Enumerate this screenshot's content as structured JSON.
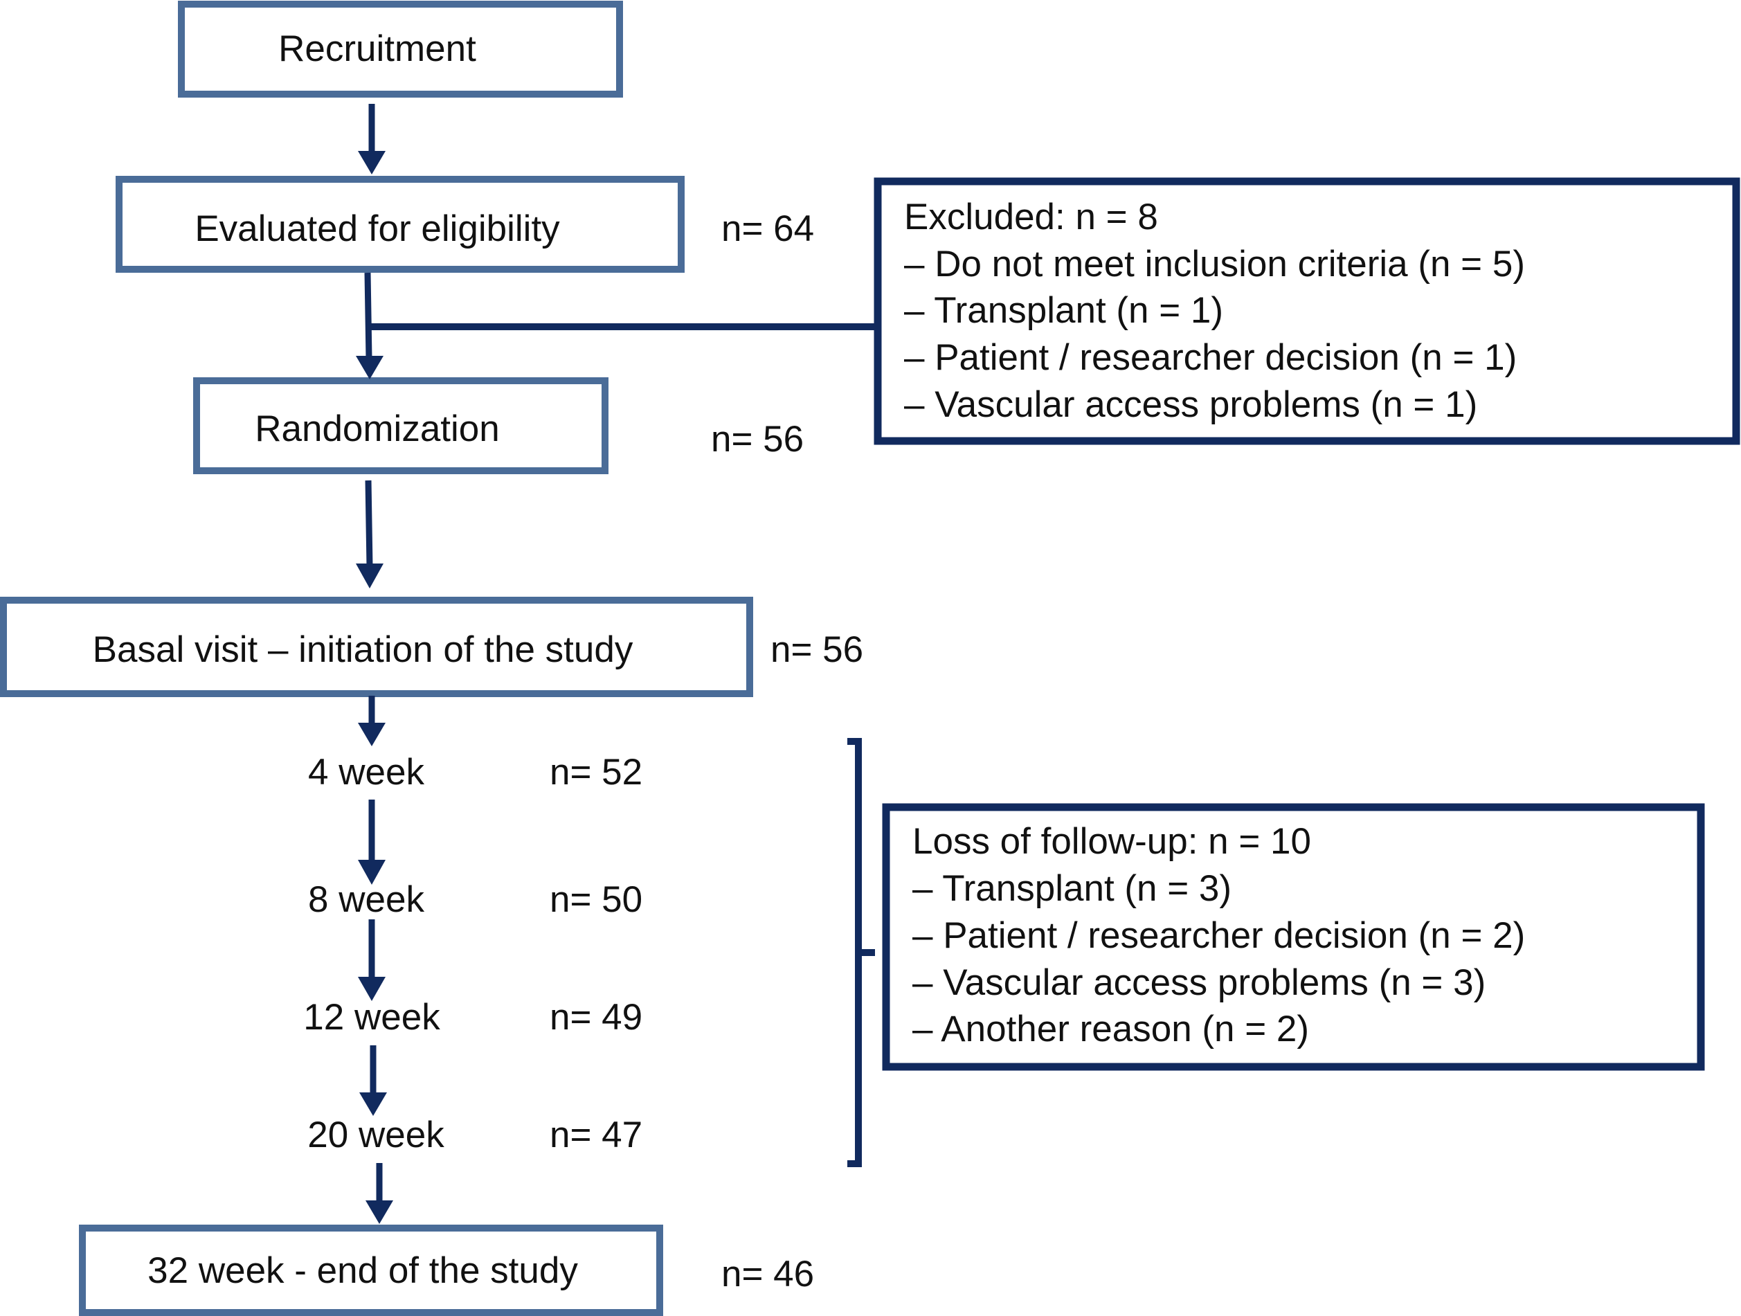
{
  "colors": {
    "step_box_border": "#4a6c98",
    "note_box_border": "#112a5e",
    "arrow": "#112a5e",
    "text": "#111111",
    "background": "#ffffff"
  },
  "steps": {
    "recruitment": {
      "label": "Recruitment"
    },
    "eligibility": {
      "label": "Evaluated for eligibility",
      "count": "n= 64"
    },
    "randomization": {
      "label": "Randomization",
      "count": "n= 56"
    },
    "basal_visit": {
      "label": "Basal visit – initiation of the study",
      "count": "n= 56"
    },
    "week_4": {
      "label": "4 week",
      "count": "n= 52"
    },
    "week_8": {
      "label": "8 week",
      "count": "n= 50"
    },
    "week_12": {
      "label": "12 week",
      "count": "n= 49"
    },
    "week_20": {
      "label": "20 week",
      "count": "n= 47"
    },
    "end": {
      "label": "32 week - end of the study",
      "count": "n= 46"
    }
  },
  "excluded": {
    "title": "Excluded: n = 8",
    "reasons": [
      "– Do not meet inclusion criteria (n = 5)",
      "– Transplant (n = 1)",
      "– Patient / researcher decision (n = 1)",
      "– Vascular access problems (n = 1)"
    ]
  },
  "loss_of_follow_up": {
    "title": "Loss of follow-up: n = 10",
    "reasons": [
      "– Transplant (n = 3)",
      "– Patient / researcher decision (n = 2)",
      "– Vascular access problems (n = 3)",
      "– Another reason (n = 2)"
    ]
  }
}
